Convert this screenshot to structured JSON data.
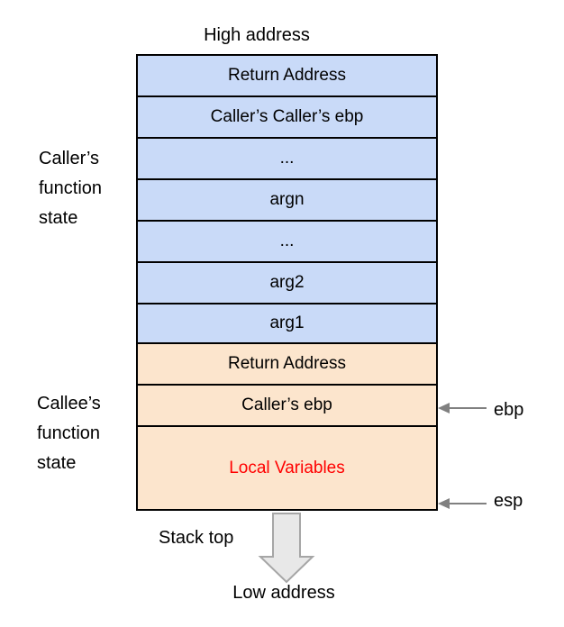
{
  "title_top": "High address",
  "title_bottom": "Low address",
  "stack": {
    "cells": [
      {
        "label": "Return Address",
        "group": "caller"
      },
      {
        "label": "Caller’s Caller’s ebp",
        "group": "caller"
      },
      {
        "label": "...",
        "group": "caller"
      },
      {
        "label": "argn",
        "group": "caller"
      },
      {
        "label": "...",
        "group": "caller"
      },
      {
        "label": "arg2",
        "group": "caller"
      },
      {
        "label": "arg1",
        "group": "caller"
      },
      {
        "label": "Return Address",
        "group": "callee"
      },
      {
        "label": "Caller’s ebp",
        "group": "callee"
      },
      {
        "label": "Local Variables",
        "group": "callee",
        "emphasis": "red"
      }
    ]
  },
  "side_labels": {
    "caller": "Caller’s\nfunction\nstate",
    "callee": "Callee’s\nfunction\nstate"
  },
  "pointers": {
    "ebp": "ebp",
    "esp": "esp"
  },
  "stack_top_label": "Stack top",
  "colors": {
    "caller_fill": "#c9daf8",
    "callee_fill": "#fce5cd",
    "local_vars_text": "#ff0000",
    "border": "#000000",
    "pointer_arrow": "#808080",
    "block_arrow_fill": "#e8e8e8",
    "block_arrow_stroke": "#a6a6a6"
  }
}
